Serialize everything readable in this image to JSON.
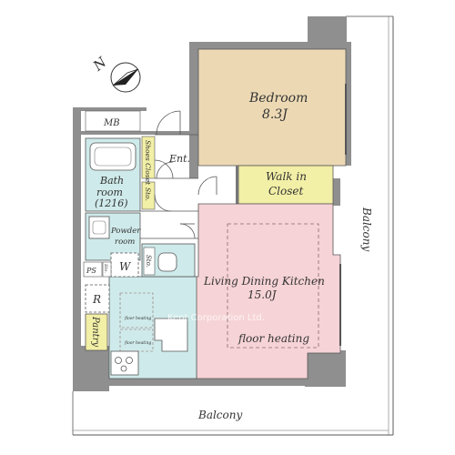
{
  "colors": {
    "wall": "#8f8f8f",
    "bedroom": "#ecd9b4",
    "closet": "#f2efa6",
    "wet": "#cfeaea",
    "living": "#f6d3d6",
    "line": "#555555",
    "balcony_line": "#777777"
  },
  "compass": {
    "label": "N",
    "icon": "north-arrow-icon"
  },
  "rooms": {
    "mb": "MB",
    "shoes_closet": "Shoes Closet",
    "ent": "Ent.",
    "sto1": "Sto.",
    "bathroom_line1": "Bath",
    "bathroom_line2": "room",
    "bathroom_line3": "(1216)",
    "powder_line1": "Powder",
    "powder_line2": "room",
    "w": "W",
    "ps": "PS",
    "sto_small": "Sto.",
    "sto2": "Sto.",
    "r": "R",
    "pantry": "Pantry",
    "bedroom_name": "Bedroom",
    "bedroom_size": "8.3J",
    "walkin_line1": "Walk in",
    "walkin_line2": "Closet",
    "ldk_name": "Living Dining Kitchen",
    "ldk_size": "15.0J",
    "floor_heating": "floor heating",
    "floor_heating_small1": "floor heating",
    "floor_heating_small2": "floor heating",
    "balcony_right": "Balcony",
    "balcony_bottom": "Balcony"
  },
  "watermark": "Kent Corporation Ltd."
}
